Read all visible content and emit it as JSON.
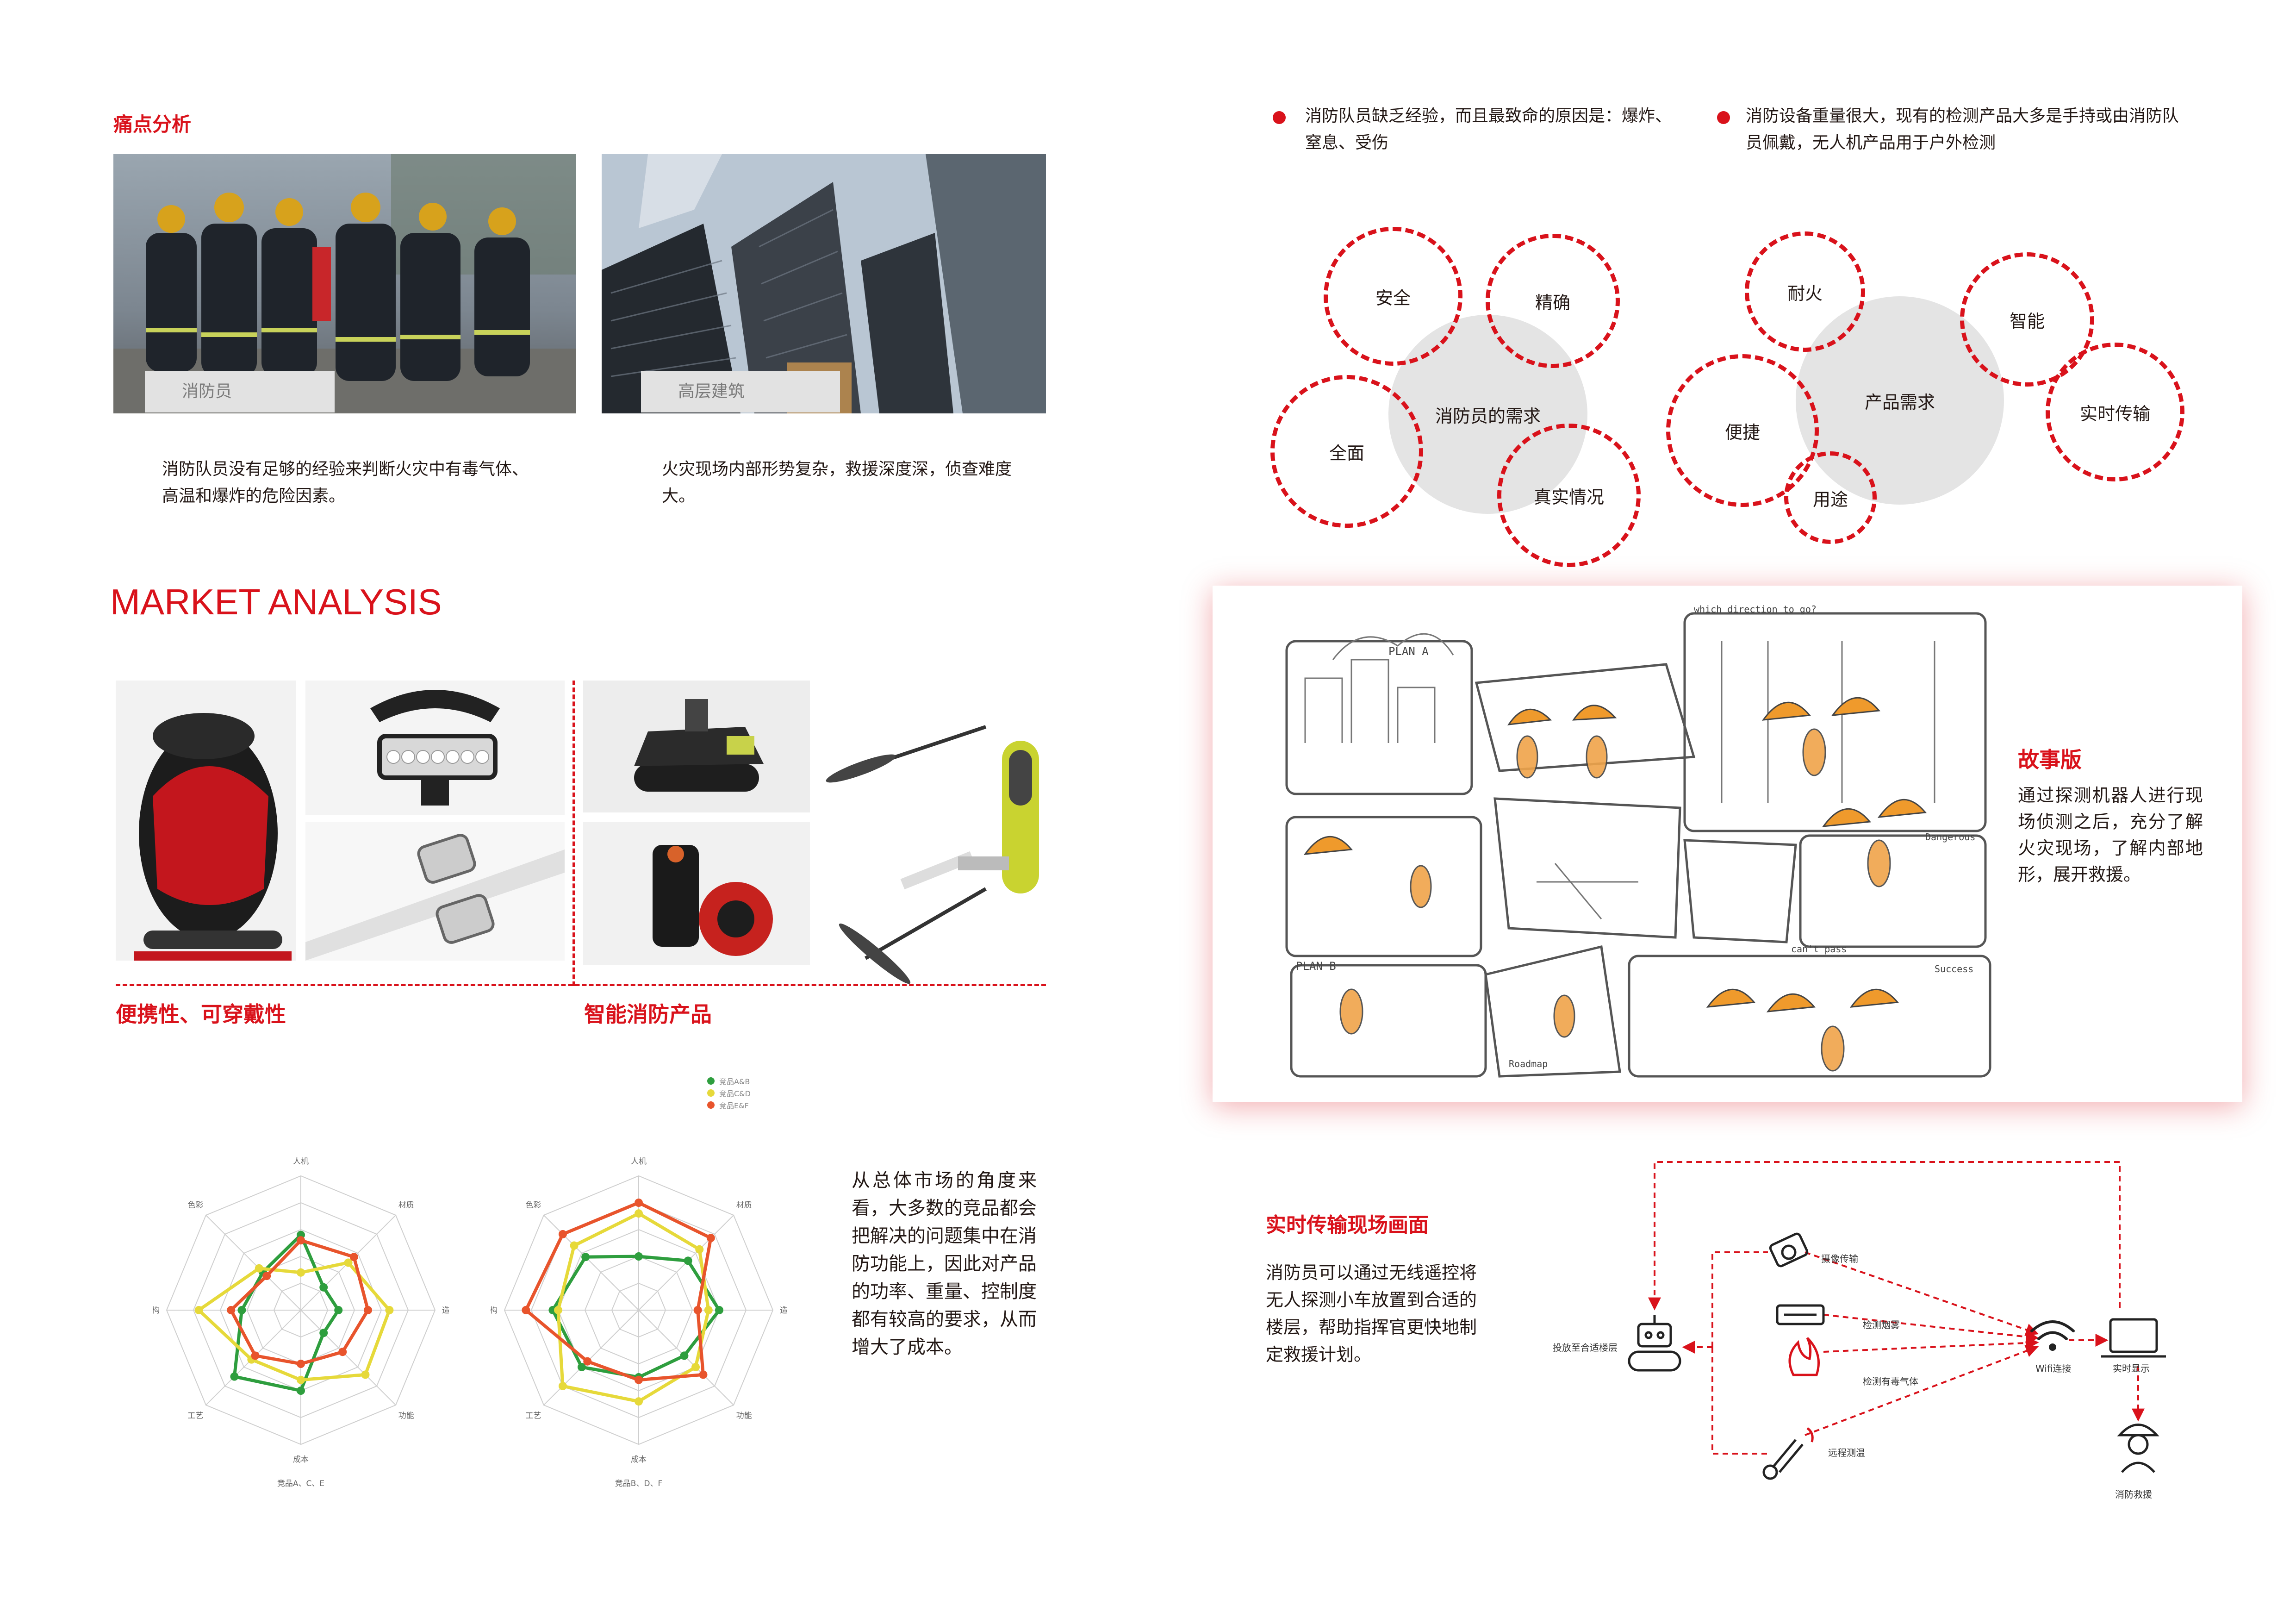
{
  "pain": {
    "title": "痛点分析",
    "photo1_caption": "消防员",
    "photo2_caption": "高层建筑",
    "text1": "消防队员没有足够的经验来判断火灾中有毒气体、高温和爆炸的危险因素。",
    "text2": "火灾现场内部形势复杂，救援深度深，侦查难度大。"
  },
  "market": {
    "title": "MARKET ANALYSIS",
    "label_left": "便携性、可穿戴性",
    "label_right": "智能消防产品",
    "analysis_text": "从总体市场的角度来看，大多数的竞品都会把解决的问题集中在消防功能上，因此对产品的功率、重量、控制度都有较高的要求，从而增大了成本。"
  },
  "legend": [
    {
      "label": "竞品A&B",
      "color": "#2e9e3e"
    },
    {
      "label": "竞品C&D",
      "color": "#e6d93a"
    },
    {
      "label": "竞品E&F",
      "color": "#e8542c"
    }
  ],
  "chart_data": [
    {
      "type": "radar",
      "caption": "竞品A、C、E",
      "axes": [
        "人机",
        "材质",
        "造型",
        "功能",
        "成本",
        "工艺",
        "结构",
        "色彩"
      ],
      "rlim": [
        0,
        5
      ],
      "series": [
        {
          "color": "#2e9e3e",
          "values": [
            2.8,
            1.2,
            1.4,
            1.2,
            3.0,
            3.5,
            2.2,
            2.0
          ]
        },
        {
          "color": "#e6d93a",
          "values": [
            1.4,
            2.5,
            3.3,
            3.4,
            2.6,
            2.6,
            3.8,
            2.2
          ]
        },
        {
          "color": "#e8542c",
          "values": [
            2.6,
            2.8,
            2.5,
            2.2,
            2.0,
            2.4,
            2.6,
            1.8
          ]
        }
      ]
    },
    {
      "type": "radar",
      "caption": "竞品B、D、F",
      "axes": [
        "人机",
        "材质",
        "造型",
        "功能",
        "成本",
        "工艺",
        "结构",
        "色彩"
      ],
      "rlim": [
        0,
        5
      ],
      "series": [
        {
          "color": "#2e9e3e",
          "values": [
            2.0,
            2.6,
            3.0,
            2.4,
            2.5,
            3.0,
            3.2,
            2.8
          ]
        },
        {
          "color": "#e6d93a",
          "values": [
            3.6,
            3.2,
            2.6,
            3.0,
            3.4,
            4.0,
            3.0,
            3.4
          ]
        },
        {
          "color": "#e8542c",
          "values": [
            4.0,
            3.8,
            2.2,
            3.4,
            2.6,
            2.7,
            4.2,
            4.0
          ]
        }
      ]
    }
  ],
  "needs": {
    "bullet1": "消防队员缺乏经验，而且最致命的原因是：爆炸、窒息、受伤",
    "bullet2": "消防设备重量很大，现有的检测产品大多是手持或由消防队员佩戴，无人机产品用于户外检测",
    "center1": "消防员的需求",
    "circles1": [
      "安全",
      "精确",
      "全面",
      "真实情况"
    ],
    "center2": "产品需求",
    "circles2": [
      "耐火",
      "智能",
      "便捷",
      "实时传输",
      "用途"
    ]
  },
  "story": {
    "title": "故事版",
    "text": "通过探测机器人进行现场侦测之后，充分了解火灾现场，了解内部地形，展开救援。",
    "sketch_labels": [
      "PLAN A",
      "PLAN B",
      "which direction to go?",
      "Dangerous",
      "can't pass",
      "Success",
      "Roadmap"
    ]
  },
  "flow": {
    "title": "实时传输现场画面",
    "text": "消防员可以通过无线遥控将无人探测小车放置到合适的楼层，帮助指挥官更快地制定救援计划。",
    "node_robot": "投放至合适楼层",
    "node_camera": "摄像传输",
    "node_smoke": "检测烟雾",
    "node_gas": "检测有毒气体",
    "node_range": "远程测温",
    "node_wifi": "Wifi连接",
    "node_display": "实时显示",
    "node_rescue": "消防救援"
  }
}
